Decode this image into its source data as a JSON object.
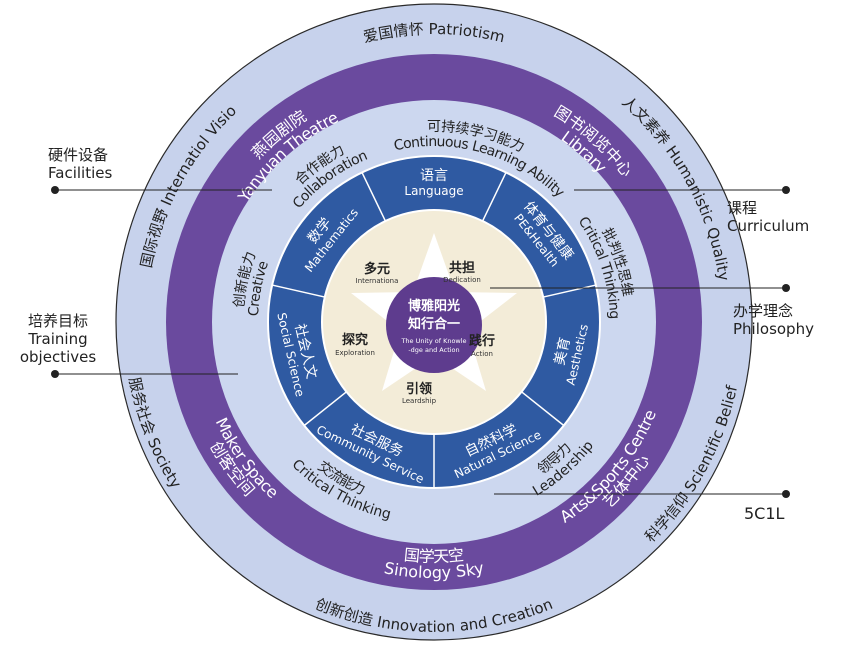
{
  "outer_ring": {
    "top": "爱国情怀 Patriotism",
    "upper_right": "人文素养 Humanistic Quality",
    "right": "科学信仰 Scientific Belief",
    "bottom": "创新创造 Innovation and Creation",
    "left": "服务社会 Society",
    "upper_left": "国际视野 Internatiol Visio"
  },
  "purple_ring": {
    "theatre_cn": "燕园剧院",
    "theatre_en": "Yanyuan Theatre",
    "library_cn": "图书阅览中心",
    "library_en": "Library",
    "arts_cn": "艺体中心",
    "arts_en": "Arts&Sports Centre",
    "sky_cn": "国学天空",
    "sky_en": "Sinology Sky",
    "maker_cn": "创客空间",
    "maker_en": "Maker Space"
  },
  "ability_ring": {
    "collab_cn": "合作能力",
    "collab_en": "Collaboration",
    "cont_cn": "可持续学习能力",
    "cont_en": "Continuous Learning Ability",
    "crit_r_cn": "批判性思维",
    "crit_r_en": "Critical Thinking",
    "leader_cn": "领导力",
    "leader_en": "Leadership",
    "comm_cn": "交流能力",
    "comm_en": "Critical Thinking",
    "creative_cn": "创新能力",
    "creative_en": "Creative"
  },
  "subjects": [
    {
      "cn": "语言",
      "en": "Language"
    },
    {
      "cn": "体育与健康",
      "en": "PE&Health"
    },
    {
      "cn": "美育",
      "en": "Aesthetics"
    },
    {
      "cn": "自然科学",
      "en": "Natural Science"
    },
    {
      "cn": "社会服务",
      "en": "Community Service"
    },
    {
      "cn": "社会人文",
      "en": "Social Science"
    },
    {
      "cn": "数学",
      "en": "Mathematics"
    }
  ],
  "star_points": {
    "duoyuan_cn": "多元",
    "duoyuan_en": "Internationa",
    "gongdan_cn": "共担",
    "gongdan_en": "Dedication",
    "jianxing_cn": "践行",
    "jianxing_en": "Action",
    "yinling_cn": "引领",
    "yinling_en": "Leardship",
    "tanjiu_cn": "探究",
    "tanjiu_en": "Exploration"
  },
  "center": {
    "line1": "博雅阳光",
    "line2": "知行合一",
    "en1": "The Unity of Knowle",
    "en2": "-dge and Action"
  },
  "side_labels": {
    "facilities_cn": "硬件设备",
    "facilities_en": "Facilities",
    "objectives_cn": "培养目标",
    "objectives_en1": "Training",
    "objectives_en2": "objectives",
    "curriculum_cn": "课程",
    "curriculum_en": "Curriculum",
    "philosophy_cn": "办学理念",
    "philosophy_en": "Philosophy",
    "fivec": "5C1L"
  },
  "colors": {
    "outer": "#c7d2ec",
    "purple": "#6a4a9e",
    "middle": "#ccd7ef",
    "blue": "#2f5aa2",
    "core": "#f3ecd8",
    "center": "#5e3c8e"
  }
}
